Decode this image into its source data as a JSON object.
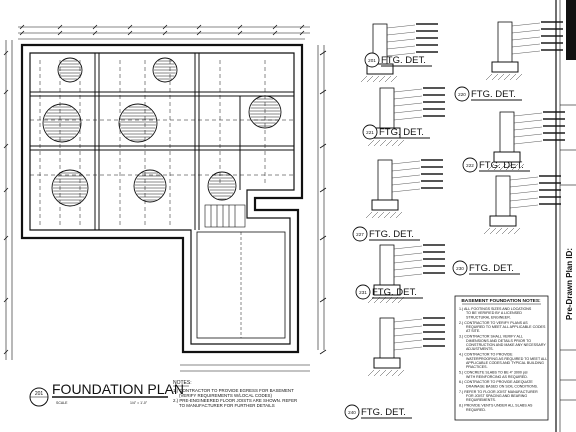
{
  "plan": {
    "title": "FOUNDATION PLAN",
    "number": "201",
    "scale_label": "SCALE",
    "scale_value": "1/4\" = 1'-0\"",
    "notes_heading": "NOTES:",
    "notes": [
      "1.) CONTRACTOR TO PROVIDE EGRESS FOR BASEMENT",
      "(VERIFY REQUIREMENTS W/LOCAL CODES)",
      "2.) PRE-ENGINEERED FLOOR JOISTS ARE SHOWN. REFER",
      "TO MANUFACTURER FOR FURTHER DETAILS"
    ]
  },
  "details": [
    {
      "num": "201",
      "label": "FTG. DET."
    },
    {
      "num": "220",
      "label": "FTG. DET."
    },
    {
      "num": "221",
      "label": "FTG. DET."
    },
    {
      "num": "222",
      "label": "FTG. DET."
    },
    {
      "num": "227",
      "label": "FTG. DET."
    },
    {
      "num": "230",
      "label": "FTG. DET."
    },
    {
      "num": "231",
      "label": "FTG. DET."
    },
    {
      "num": "240",
      "label": "FTG. DET."
    }
  ],
  "basement_notes": {
    "heading": "BASEMENT FOUNDATION NOTES:",
    "items": [
      "1.) ALL FOOTINGS SIZES AND LOCATIONS TO BE VERIFIED BY A LICENSED STRUCTURAL ENGINEER.",
      "2.) CONTRACTOR TO VERIFY PLANS AS REQUIRED TO MEET ALL APPLICABLE CODES AT SITE.",
      "3.) CONTRACTOR SHALL VERIFY ALL DIMENSIONS AND DETAILS PRIOR TO CONSTRUCTION AND MAKE ANY NECESSARY ADJUSTMENTS.",
      "4.) CONTRACTOR TO PROVIDE WATERPROOFING AS REQUIRED TO MEET ALL APPLICABLE CODES AND TYPICAL BUILDING PRACTICES.",
      "5.) CONCRETE SLABS TO BE 4\" 3000 psi WITH REINFORCING AS REQUIRED.",
      "6.) CONTRACTOR TO PROVIDE ADEQUATE DRAINAGE BASED ON SOIL CONDITIONS.",
      "7.) REFER TO FLOOR JOIST MANUFACTURER FOR JOIST SPACING AND BEARING REQUIREMENTS.",
      "8.) PROVIDE VENTS UNDER ALL SLABS AS REQUIRED."
    ]
  },
  "title_block": {
    "plan_id_label": "Pre-Drawn Plan ID:"
  }
}
